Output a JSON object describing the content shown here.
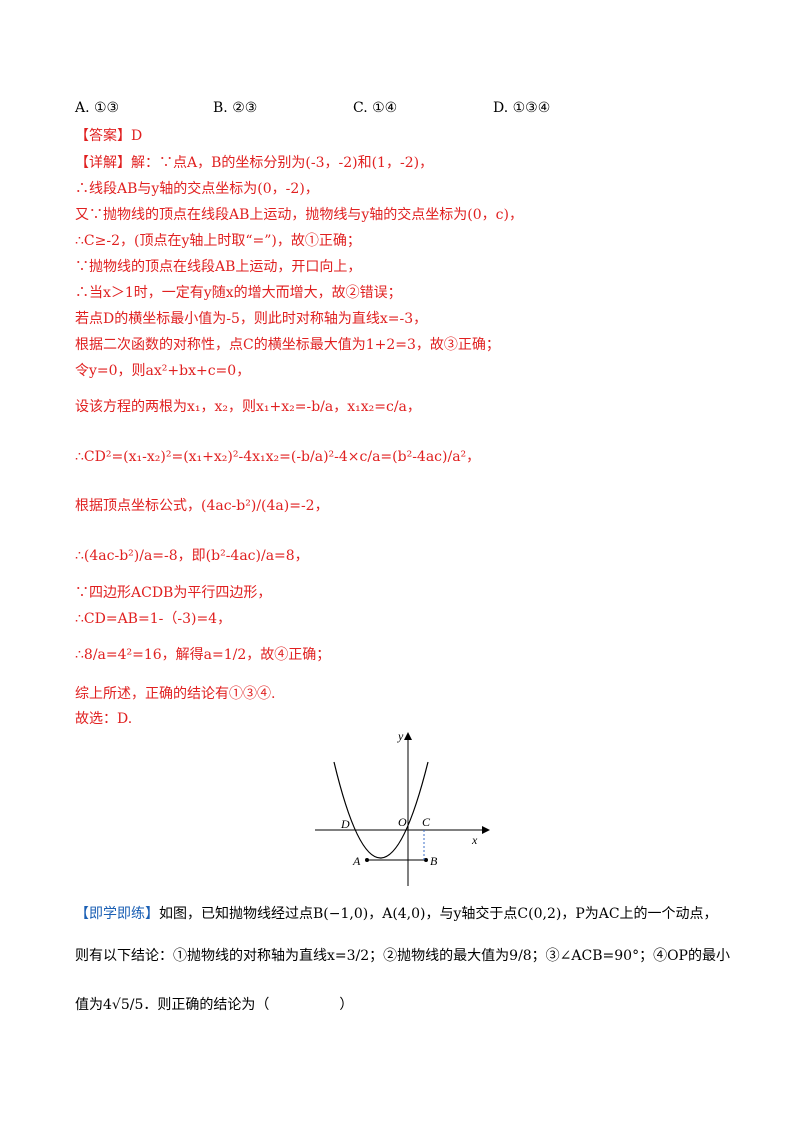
{
  "options": {
    "a": "A. ①③",
    "b": "B. ②③",
    "c": "C. ①④",
    "d": "D. ①③④"
  },
  "answer": {
    "tag": "【答案】",
    "value": "D"
  },
  "detail": {
    "tag": "【详解】",
    "l1": "解：∵点A，B的坐标分别为(-3，-2)和(1，-2)，",
    "l2": "∴线段AB与y轴的交点坐标为(0，-2)，",
    "l3": "又∵抛物线的顶点在线段AB上运动，抛物线与y轴的交点坐标为(0，c)，",
    "l4": "∴C≥-2，(顶点在y轴上时取“=”)，故①正确；",
    "l5": "∵抛物线的顶点在线段AB上运动，开口向上，",
    "l6": "∴当x＞1时，一定有y随x的增大而增大，故②错误；",
    "l7": "若点D的横坐标最小值为-5，则此时对称轴为直线x=-3，",
    "l8": "根据二次函数的对称性，点C的横坐标最大值为1+2=3，故③正确；",
    "l9": "令y=0，则ax²+bx+c=0，",
    "l10": "设该方程的两根为x₁，x₂，则x₁+x₂=-b/a，x₁x₂=c/a，",
    "l11": "∴CD²=(x₁-x₂)²=(x₁+x₂)²-4x₁x₂=(-b/a)²-4×c/a=(b²-4ac)/a²，",
    "l12": "根据顶点坐标公式，(4ac-b²)/(4a)=-2，",
    "l13": "∴(4ac-b²)/a=-8，即(b²-4ac)/a=8，",
    "l14": "∵四边形ACDB为平行四边形，",
    "l15": "∴CD=AB=1-（-3)=4，",
    "l16": "∴8/a=4²=16，解得a=1/2，故④正确；",
    "l17": "综上所述，正确的结论有①③④.",
    "l18": "故选：D."
  },
  "figure": {
    "labels": {
      "y": "y",
      "x": "x",
      "O": "O",
      "C": "C",
      "D": "D",
      "A": "A",
      "B": "B"
    }
  },
  "practice": {
    "tag": "【即学即练】",
    "l1": "如图，已知抛物线经过点B(−1,0)，A(4,0)，与y轴交于点C(0,2)，P为AC上的一个动点，",
    "l2": "则有以下结论：①抛物线的对称轴为直线x=3/2；②抛物线的最大值为9/8；③∠ACB=90°；④OP的最小",
    "l3": "值为4√5/5．则正确的结论为（　　　　　）"
  }
}
